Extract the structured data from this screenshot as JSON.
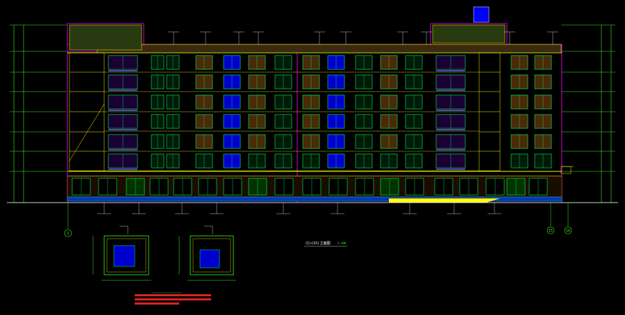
{
  "drawing": {
    "title": "(1)-(15) 立面图",
    "scale": "1:100",
    "detail_title": "",
    "notes": []
  },
  "axes": {
    "left": "1",
    "right_a": "15",
    "right_b": "16"
  },
  "colors": {
    "background": "#000000",
    "wall": "#ffff00",
    "frame": "#d400d4",
    "window": "#00ff66",
    "dimension": "#39ff14",
    "glass": "#0000ff",
    "stone": "#c08040",
    "note": "#ff2a2a",
    "text": "#ffffff",
    "brick": "#ff8c00"
  },
  "levels_left": [
    "",
    "",
    "",
    "",
    "",
    "",
    "",
    "",
    "",
    ""
  ],
  "levels_right": [
    "",
    "",
    "",
    "",
    "",
    "",
    "",
    "",
    "",
    ""
  ]
}
